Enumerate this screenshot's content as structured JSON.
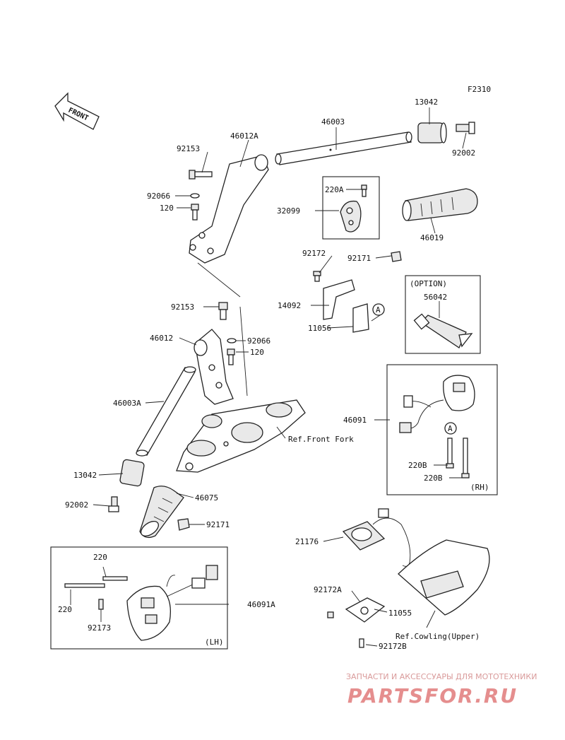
{
  "figure_code": "F2310",
  "front_label": "FRONT",
  "parts": [
    {
      "id": "p13042a",
      "label": "13042"
    },
    {
      "id": "p46003",
      "label": "46003"
    },
    {
      "id": "p46012A",
      "label": "46012A"
    },
    {
      "id": "p92153a",
      "label": "92153"
    },
    {
      "id": "p92002a",
      "label": "92002"
    },
    {
      "id": "p220A",
      "label": "220A"
    },
    {
      "id": "p92066a",
      "label": "92066"
    },
    {
      "id": "p120a",
      "label": "120"
    },
    {
      "id": "p32099",
      "label": "32099"
    },
    {
      "id": "p46019",
      "label": "46019"
    },
    {
      "id": "p92172",
      "label": "92172"
    },
    {
      "id": "p92171a",
      "label": "92171"
    },
    {
      "id": "p14092",
      "label": "14092"
    },
    {
      "id": "p11056",
      "label": "11056"
    },
    {
      "id": "p92153b",
      "label": "92153"
    },
    {
      "id": "p46012",
      "label": "46012"
    },
    {
      "id": "p92066b",
      "label": "92066"
    },
    {
      "id": "p120b",
      "label": "120"
    },
    {
      "id": "p46003A",
      "label": "46003A"
    },
    {
      "id": "p13042b",
      "label": "13042"
    },
    {
      "id": "p92002b",
      "label": "92002"
    },
    {
      "id": "p46075",
      "label": "46075"
    },
    {
      "id": "p92171b",
      "label": "92171"
    },
    {
      "id": "p46091",
      "label": "46091"
    },
    {
      "id": "p220B1",
      "label": "220B"
    },
    {
      "id": "p220B2",
      "label": "220B"
    },
    {
      "id": "p56042",
      "label": "56042"
    },
    {
      "id": "p21176",
      "label": "21176"
    },
    {
      "id": "p92172A",
      "label": "92172A"
    },
    {
      "id": "p11055",
      "label": "11055"
    },
    {
      "id": "p92172B",
      "label": "92172B"
    },
    {
      "id": "p220a",
      "label": "220"
    },
    {
      "id": "p220b",
      "label": "220"
    },
    {
      "id": "p92173",
      "label": "92173"
    },
    {
      "id": "p46091A",
      "label": "46091A"
    }
  ],
  "references": {
    "front_fork": "Ref.Front Fork",
    "cowling_upper": "Ref.Cowling(Upper)"
  },
  "boxes": {
    "option": "(OPTION)",
    "rh": "(RH)",
    "lh": "(LH)"
  },
  "callout_letter": "A",
  "watermark": {
    "tagline": "ЗАПЧАСТИ И АКСЕССУАРЫ ДЛЯ МОТОТЕХНИКИ",
    "brand": "PARTSFOR.RU"
  }
}
